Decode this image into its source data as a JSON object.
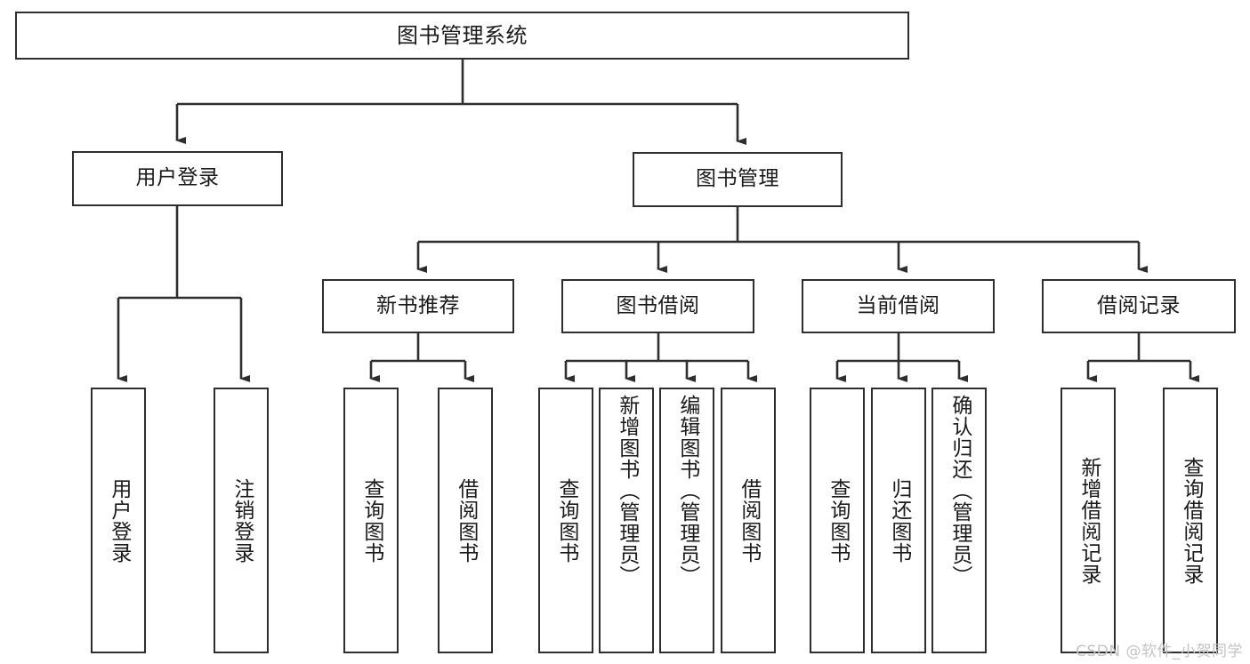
{
  "diagram": {
    "type": "tree",
    "title": "图书管理系统",
    "watermark": "CSDN @软件_小贺同学",
    "colors": {
      "box_border": "#2e2e2e",
      "box_fill": "#ffffff",
      "edge": "#2e2e2e",
      "text": "#1a1a1a",
      "watermark": "#c3c3c3",
      "background": "#ffffff"
    },
    "levels": {
      "root": {
        "id": "root",
        "label": "图书管理系统",
        "orientation": "horizontal"
      },
      "level2": [
        {
          "id": "user-login",
          "label": "用户登录",
          "orientation": "horizontal"
        },
        {
          "id": "book-management",
          "label": "图书管理",
          "orientation": "horizontal"
        }
      ],
      "level3": [
        {
          "id": "new-book-recommend",
          "label": "新书推荐",
          "orientation": "horizontal",
          "parent": "book-management"
        },
        {
          "id": "book-borrow",
          "label": "图书借阅",
          "orientation": "horizontal",
          "parent": "book-management"
        },
        {
          "id": "current-borrow",
          "label": "当前借阅",
          "orientation": "horizontal",
          "parent": "book-management"
        },
        {
          "id": "borrow-record",
          "label": "借阅记录",
          "orientation": "horizontal",
          "parent": "book-management"
        }
      ],
      "leaves": [
        {
          "id": "leaf-user-login",
          "label": "用户登录",
          "orientation": "vertical",
          "parent": "user-login"
        },
        {
          "id": "leaf-logout",
          "label": "注销登录",
          "orientation": "vertical",
          "parent": "user-login"
        },
        {
          "id": "leaf-query-book-1",
          "label": "查询图书",
          "orientation": "vertical",
          "parent": "new-book-recommend"
        },
        {
          "id": "leaf-borrow-book-1",
          "label": "借阅图书",
          "orientation": "vertical",
          "parent": "new-book-recommend"
        },
        {
          "id": "leaf-query-book-2",
          "label": "查询图书",
          "orientation": "vertical",
          "parent": "book-borrow"
        },
        {
          "id": "leaf-add-book",
          "label": "新增图书（管理员）",
          "orientation": "vertical",
          "parent": "book-borrow"
        },
        {
          "id": "leaf-edit-book",
          "label": "编辑图书（管理员）",
          "orientation": "vertical",
          "parent": "book-borrow"
        },
        {
          "id": "leaf-borrow-book-2",
          "label": "借阅图书",
          "orientation": "vertical",
          "parent": "book-borrow"
        },
        {
          "id": "leaf-query-book-3",
          "label": "查询图书",
          "orientation": "vertical",
          "parent": "current-borrow"
        },
        {
          "id": "leaf-return-book",
          "label": "归还图书",
          "orientation": "vertical",
          "parent": "current-borrow"
        },
        {
          "id": "leaf-confirm-return",
          "label": "确认归还（管理员）",
          "orientation": "vertical",
          "parent": "current-borrow"
        },
        {
          "id": "leaf-add-record",
          "label": "新增借阅记录",
          "orientation": "vertical",
          "parent": "borrow-record"
        },
        {
          "id": "leaf-query-record",
          "label": "查询借阅记录",
          "orientation": "vertical",
          "parent": "borrow-record"
        }
      ]
    }
  }
}
